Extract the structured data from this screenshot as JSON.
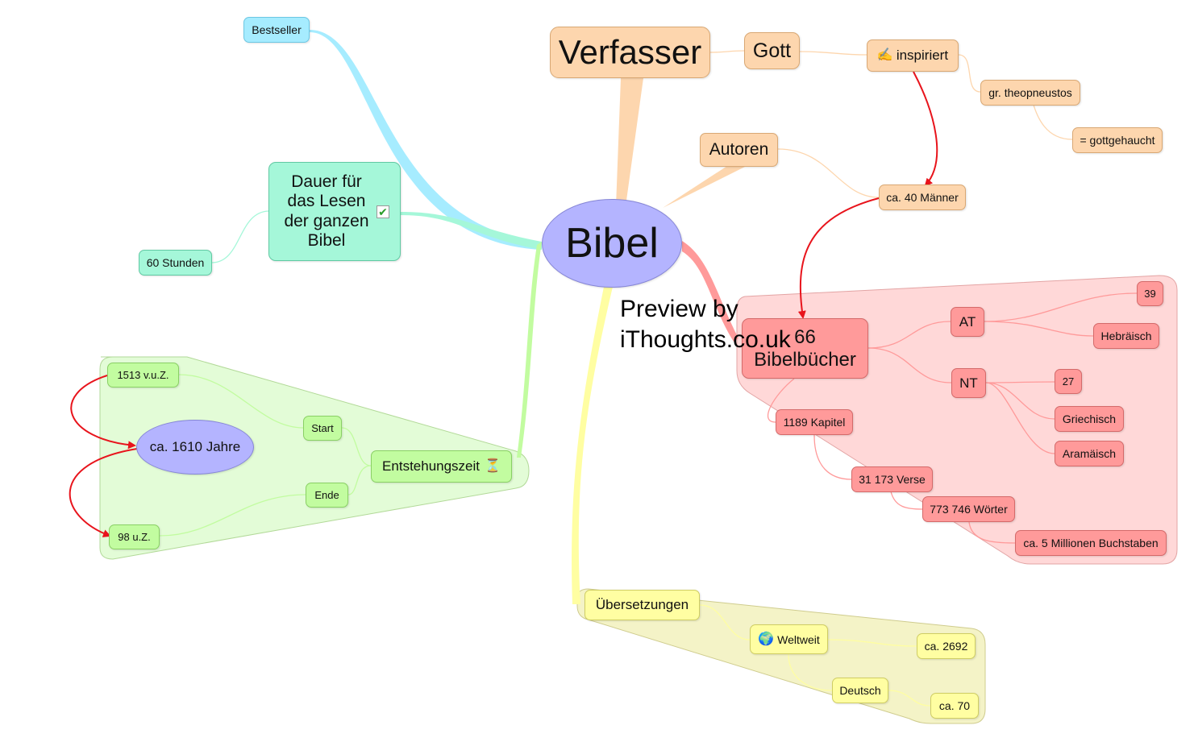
{
  "center": {
    "label": "Bibel"
  },
  "branches": {
    "verfasser": {
      "label": "Verfasser",
      "gott": "Gott",
      "inspiriert": "inspiriert",
      "theopneustos": "gr. theopneustos",
      "gottgehaucht": "= gottgehaucht",
      "autoren": "Autoren",
      "maenner": "ca. 40 Männer"
    },
    "bestseller": {
      "label": "Bestseller"
    },
    "dauer": {
      "label": "Dauer für das Lesen der ganzen Bibel",
      "stunden": "60 Stunden"
    },
    "entstehung": {
      "label": "Entstehungszeit",
      "start": "Start",
      "ende": "Ende",
      "von": "1513 v.u.Z.",
      "bis": "98 u.Z.",
      "jahre": "ca. 1610 Jahre"
    },
    "buecher": {
      "label": "66 Bibelbücher",
      "at": "AT",
      "at_count": "39",
      "hebraeisch": "Hebräisch",
      "nt": "NT",
      "nt_count": "27",
      "griechisch": "Griechisch",
      "aramaeisch": "Aramäisch",
      "kapitel": "1189 Kapitel",
      "verse": "31 173 Verse",
      "woerter": "773 746 Wörter",
      "buchstaben": "ca. 5 Millionen Buchstaben"
    },
    "uebersetzungen": {
      "label": "Übersetzungen",
      "weltweit": "Weltweit",
      "weltweit_count": "ca. 2692",
      "deutsch": "Deutsch",
      "deutsch_count": "ca. 70"
    }
  },
  "icons": {
    "inspiriert": "pen-icon",
    "dauer": "checkmark-icon",
    "entstehung": "hourglass-icon",
    "weltweit": "globe-icon"
  },
  "watermark": "Preview by\niThoughts.co.uk",
  "colors": {
    "cyan": "#a6ecff",
    "orange": "#fdd6ae",
    "teal": "#a5f7d9",
    "green": "#c2fca0",
    "red": "#ff9a9a",
    "yellow": "#fffea2",
    "center": "#b4b4ff",
    "arrow": "#e8141c"
  }
}
